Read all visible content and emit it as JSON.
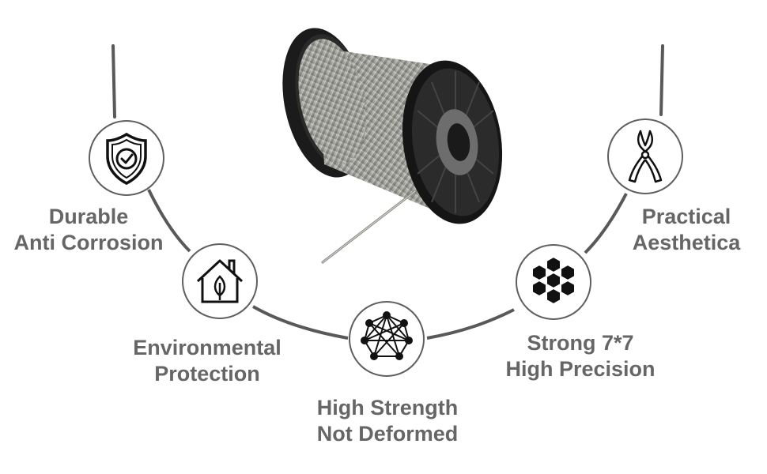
{
  "colors": {
    "arc": "#595959",
    "label_text": "#666666",
    "icon_stroke": "#111111",
    "spool_black": "#1b1b1b",
    "wire_steel": "#a9a9a4"
  },
  "features": [
    {
      "icon": "shield-check-icon",
      "line1": "Durable",
      "line2": "Anti Corrosion"
    },
    {
      "icon": "eco-house-icon",
      "line1": "Environmental",
      "line2": "Protection"
    },
    {
      "icon": "network-hexagon-icon",
      "line1": "High Strength",
      "line2": "Not Deformed"
    },
    {
      "icon": "seven-hexagons-icon",
      "line1": "Strong 7*7",
      "line2": "High Precision"
    },
    {
      "icon": "wire-cutter-icon",
      "line1": "Practical",
      "line2": "Aesthetica"
    }
  ],
  "product": {
    "image": "wire-rope-spool"
  }
}
